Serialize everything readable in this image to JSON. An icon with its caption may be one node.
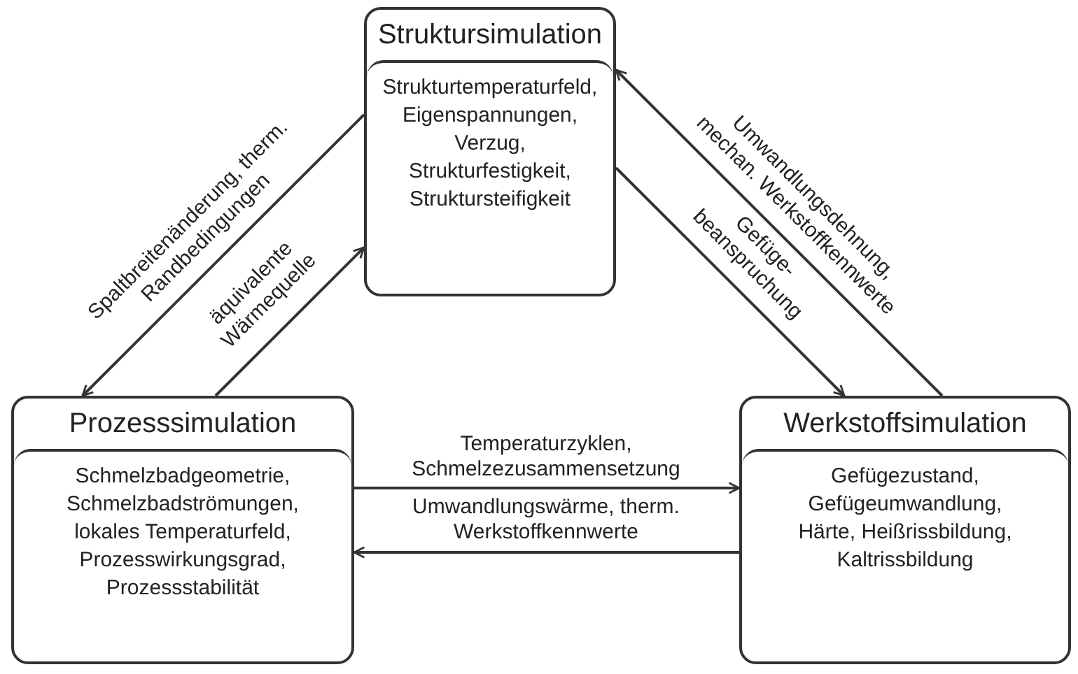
{
  "diagram": {
    "nodes": [
      {
        "text": [
          "Struktursimulation",
          "Strukturtemperaturfeld, Eigenspannungen, Verzug, Strukturfestigkeit, Struktursteifigkeit"
        ]
      },
      {
        "text": [
          "Prozesssimulation",
          "Schmelzbadgeometrie, Schmelzbadströmungen, lokales Temperaturfeld, Prozesswirkungsgrad, Prozessstabilität"
        ]
      },
      {
        "text": [
          "Werkstoffsimulation",
          "Gefügezustand, Gefügeumwandlung, Härte, Heißrissbildung, Kaltrissbildung"
        ]
      }
    ],
    "edges": [
      {
        "from": 0,
        "to": 1,
        "arrow": "to",
        "label": "Spaltbreitenänderung, therm. Randbedingungen"
      },
      {
        "from": 1,
        "to": 0,
        "arrow": "to",
        "label": "äquivalente Wärmequelle"
      },
      {
        "from": 2,
        "to": 0,
        "arrow": "to",
        "label": "Umwandlungsdehnung, mechan. Werkstoffkennwerte"
      },
      {
        "from": 0,
        "to": 2,
        "arrow": "to",
        "label": "Gefüge- beanspruchung"
      },
      {
        "from": 1,
        "to": 2,
        "arrow": "to",
        "label": "Temperaturzyklen, Schmelzezusammensetzung"
      },
      {
        "from": 2,
        "to": 1,
        "arrow": "to",
        "label": "Umwandlungswärme, therm. Werkstoffkennwerte"
      }
    ]
  }
}
